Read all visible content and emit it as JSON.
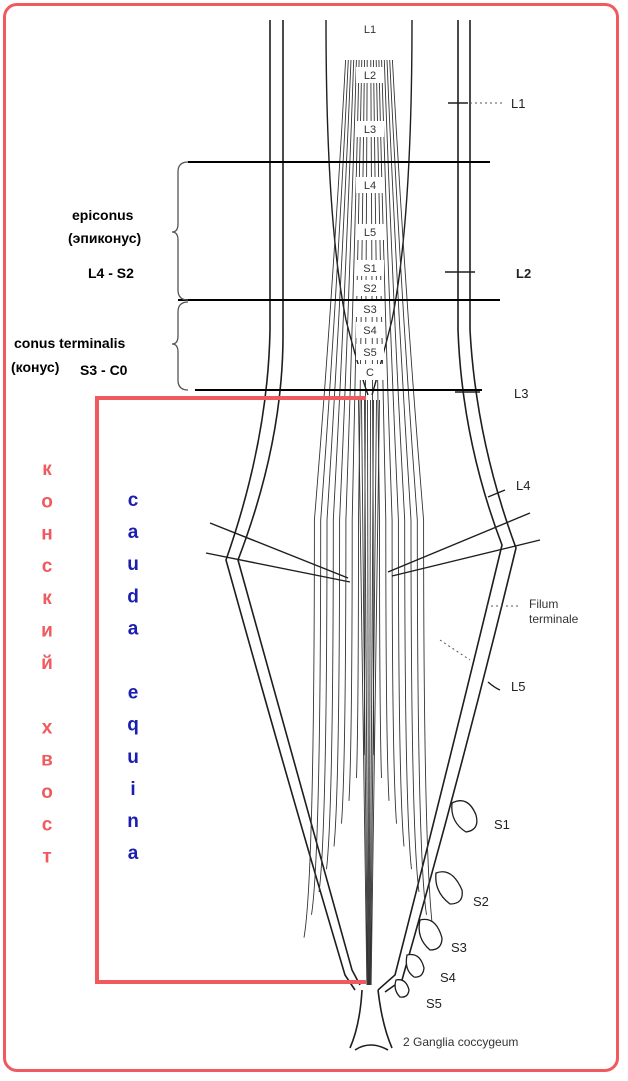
{
  "colors": {
    "frame": "#f05a5e",
    "russian_label": "#f05a5e",
    "latin_label": "#1a1fb0",
    "ink": "#1e1e1e"
  },
  "segments": {
    "lumbar": [
      "L1",
      "L2",
      "L3",
      "L4",
      "L5"
    ],
    "sacral": [
      "S1",
      "S2",
      "S3",
      "S4",
      "S5"
    ],
    "coccygeal": "C"
  },
  "vertebrae": [
    "L1",
    "L2",
    "L3",
    "L4",
    "L5"
  ],
  "sacral_roots": [
    "S1",
    "S2",
    "S3",
    "S4",
    "S5"
  ],
  "filum_terminale": [
    "Filum",
    "terminale"
  ],
  "ganglia": "2 Ganglia coccygeum",
  "epiconus": {
    "line1": "epiconus",
    "line2": "(эпиконус)",
    "range": "L4 - S2"
  },
  "conus": {
    "line1": "conus terminalis",
    "line2": "(конус)",
    "range": "S3 - C0"
  },
  "russian_vertical": [
    "к",
    "о",
    "н",
    "с",
    "к",
    "и",
    "й",
    "",
    "х",
    "в",
    "о",
    "с",
    "т"
  ],
  "latin_vertical": [
    "c",
    "a",
    "u",
    "d",
    "a",
    "",
    "e",
    "q",
    "u",
    "i",
    "n",
    "a"
  ]
}
